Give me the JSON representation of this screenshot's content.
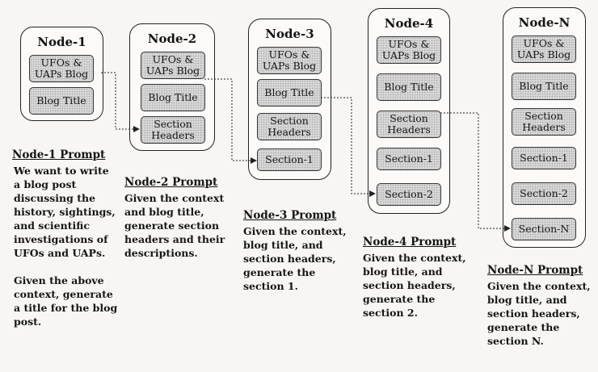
{
  "nodes": [
    {
      "title": "Node-1",
      "boxes": [
        "UFOs & UAPs Blog",
        "Blog Title"
      ]
    },
    {
      "title": "Node-2",
      "boxes": [
        "UFOs & UAPs Blog",
        "Blog Title",
        "Section Headers"
      ]
    },
    {
      "title": "Node-3",
      "boxes": [
        "UFOs & UAPs Blog",
        "Blog Title",
        "Section Headers",
        "Section-1"
      ]
    },
    {
      "title": "Node-4",
      "boxes": [
        "UFOs & UAPs Blog",
        "Blog Title",
        "Section Headers",
        "Section-1",
        "Section-2"
      ]
    },
    {
      "title": "Node-N",
      "boxes": [
        "UFOs & UAPs Blog",
        "Blog Title",
        "Section Headers",
        "Section-1",
        "Section-2",
        "Section-N"
      ]
    }
  ],
  "prompts": [
    {
      "title": "Node-1 Prompt",
      "body": "We want to write\na blog post\ndiscussing the\nhistory, sightings,\nand scientific\ninvestigations of\nUFOs and UAPs.\n\nGiven the above\ncontext, generate\na title for the blog\npost."
    },
    {
      "title": "Node-2 Prompt",
      "body": "Given the context\nand blog title,\ngenerate section\nheaders and their\ndescriptions."
    },
    {
      "title": "Node-3 Prompt",
      "body": "Given the context,\nblog title, and\nsection headers,\ngenerate the\nsection 1."
    },
    {
      "title": "Node-4 Prompt",
      "body": "Given the context,\nblog title, and\nsection headers,\ngenerate the\nsection 2."
    },
    {
      "title": "Node-N Prompt",
      "body": "Given the context,\nblog title, and\nsection headers,\ngenerate the\nsection N."
    }
  ]
}
